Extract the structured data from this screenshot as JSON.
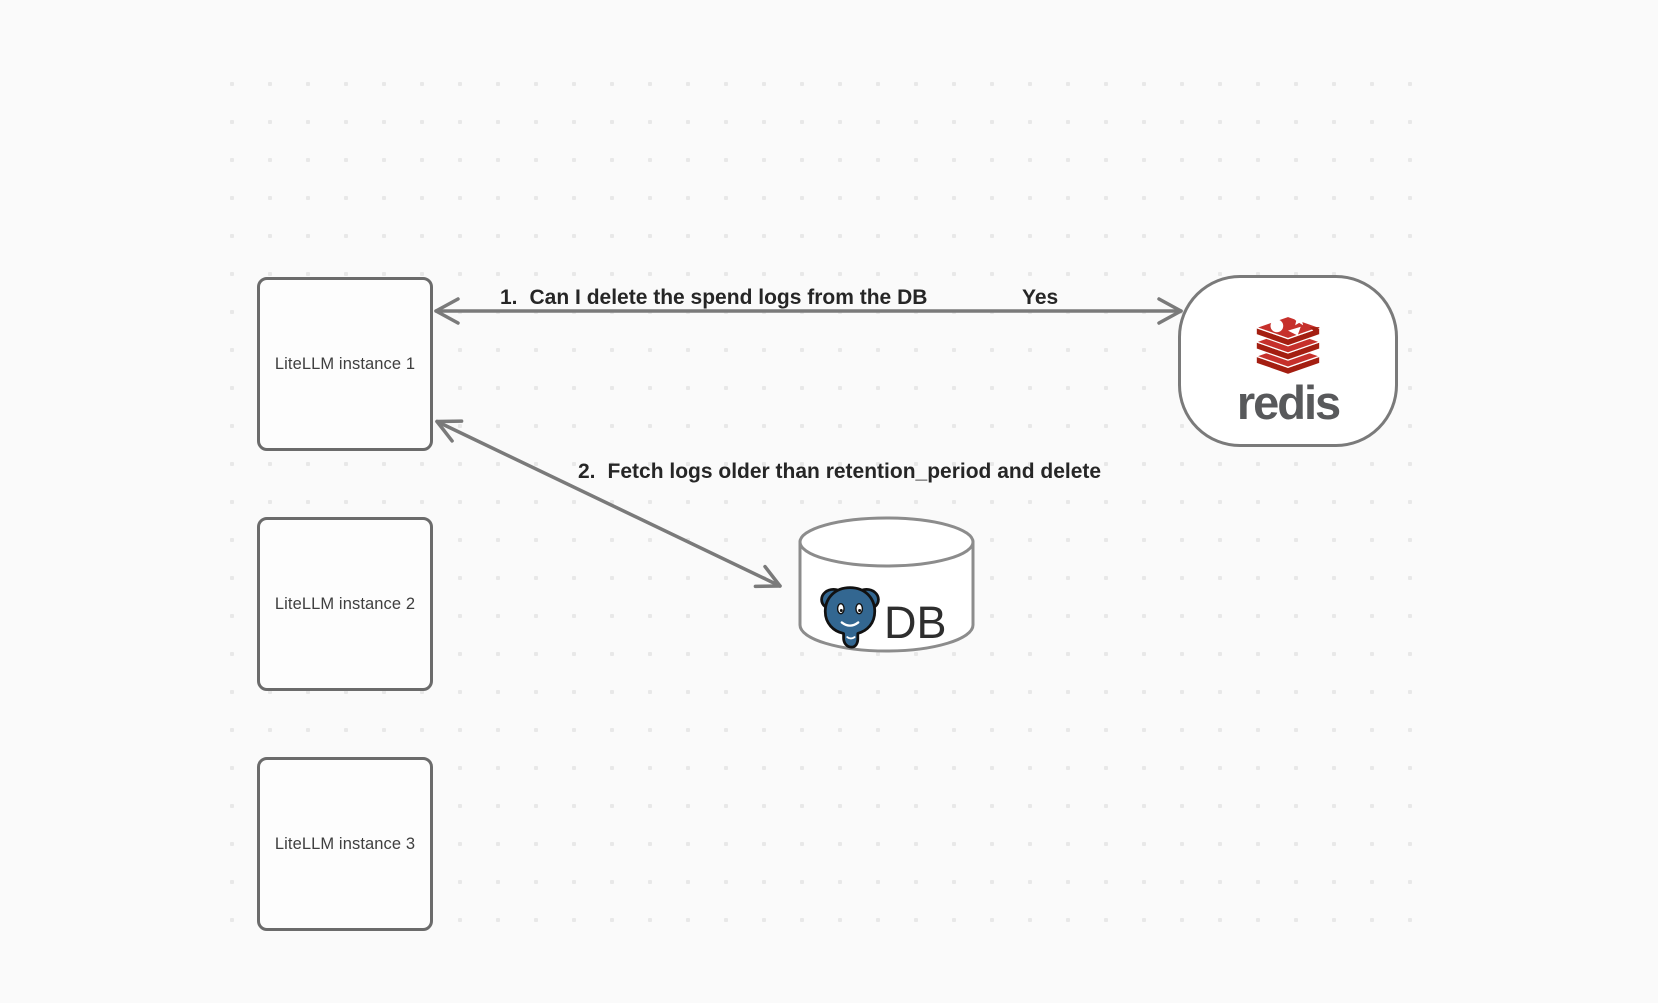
{
  "diagram": {
    "instances": [
      {
        "label": "LiteLLM instance 1"
      },
      {
        "label": "LiteLLM instance 2"
      },
      {
        "label": "LiteLLM instance 3"
      }
    ],
    "redis": {
      "wordmark": "redis"
    },
    "db": {
      "label": "DB"
    },
    "edges": {
      "to_redis": {
        "number": "1.",
        "text": "Can I delete the spend logs from the DB",
        "response": "Yes"
      },
      "to_db": {
        "number": "2.",
        "text": "Fetch logs older than retention_period and delete"
      }
    },
    "colors": {
      "redis_red": "#c6302b",
      "redis_dark_red": "#a41e11",
      "postgres_blue": "#336791",
      "arrow_gray": "#7a7a7a",
      "box_border_gray": "#6b6b6b",
      "background": "#fafafa",
      "dot_gray": "#e8e8e8"
    }
  }
}
